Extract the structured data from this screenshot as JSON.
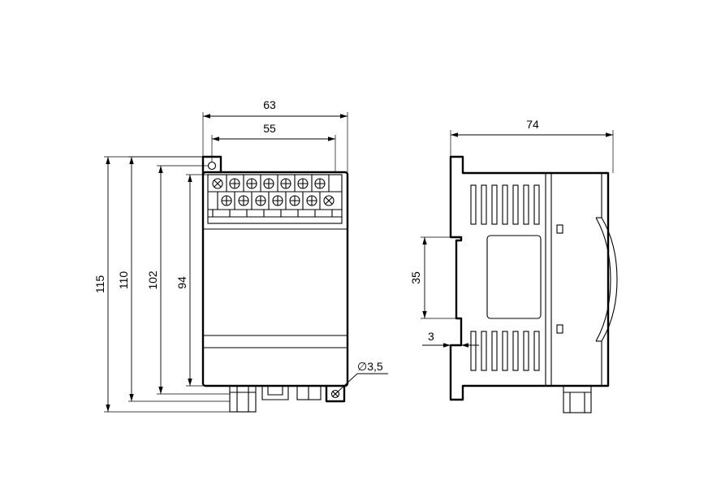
{
  "front_view": {
    "width_outer": "63",
    "width_inner": "55",
    "height_total": "115",
    "height_body": "110",
    "height_102": "102",
    "height_94": "94",
    "hole_diameter": "∅3,5"
  },
  "side_view": {
    "depth": "74",
    "rail_height": "35",
    "rail_offset": "3"
  }
}
